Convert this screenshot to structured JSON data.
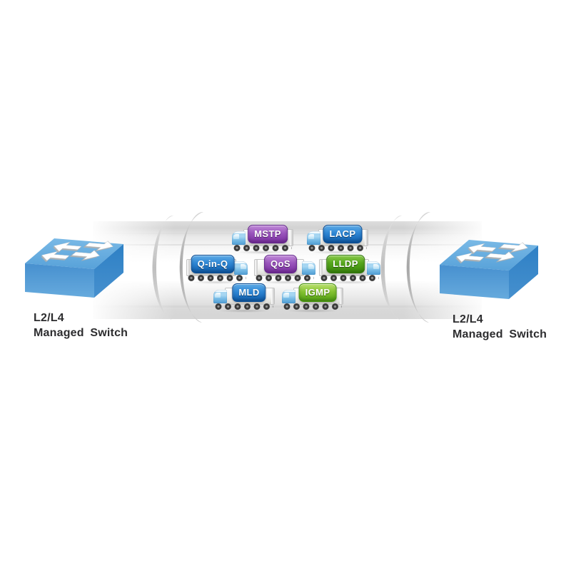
{
  "switch_left": {
    "label_line1": "L2/L4",
    "label_line2": "Managed Switch"
  },
  "switch_right": {
    "label_line1": "L2/L4",
    "label_line2": "Managed Switch"
  },
  "trucks": [
    {
      "label": "MSTP",
      "color": "#8a3fae",
      "row": 1,
      "direction": "left"
    },
    {
      "label": "LACP",
      "color": "#1565b2",
      "row": 1,
      "direction": "left"
    },
    {
      "label": "Q-in-Q",
      "color": "#1565b2",
      "row": 2,
      "direction": "right"
    },
    {
      "label": "QoS",
      "color": "#8a3fae",
      "row": 2,
      "direction": "right"
    },
    {
      "label": "LLDP",
      "color": "#48990f",
      "row": 2,
      "direction": "right"
    },
    {
      "label": "MLD",
      "color": "#1565b2",
      "row": 3,
      "direction": "left"
    },
    {
      "label": "IGMP",
      "color": "#5ea815",
      "row": 3,
      "direction": "left"
    }
  ],
  "colors": {
    "switch_top": "#6fb2e2",
    "switch_front": "#4d97d3",
    "switch_side": "#3182c6",
    "pipe_highlight": "#ffffff",
    "pipe_shade": "#d5d5d5",
    "ring_gray": "#ababab",
    "truck_cab_blue": "#8cc6ec",
    "label_text": "#2d2d2f"
  }
}
